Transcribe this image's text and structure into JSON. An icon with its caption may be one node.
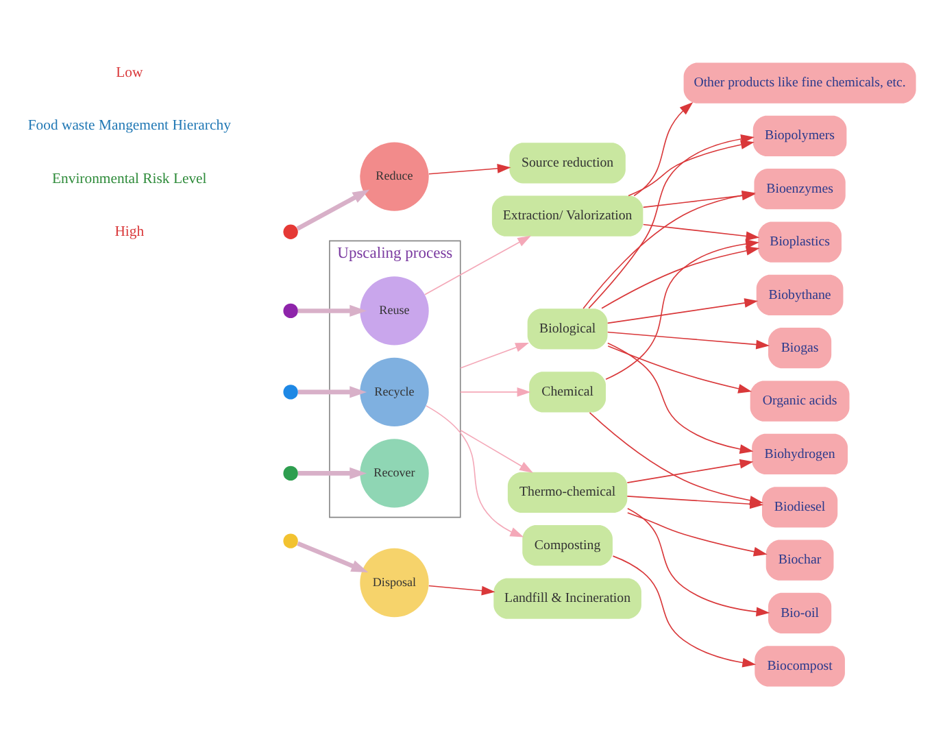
{
  "diagram": {
    "nodes": [
      {
        "text": [
          "Reduce"
        ]
      },
      {
        "text": [
          "Source reduction"
        ]
      },
      {
        "text": [
          "Upscaling process"
        ]
      },
      {
        "text": [
          "Reuse"
        ],
        "in": 2
      },
      {
        "text": [
          "Recycle"
        ],
        "in": 2
      },
      {
        "text": [
          "Recover"
        ],
        "in": 2
      },
      {
        "text": [
          "Disposal"
        ]
      },
      {
        "text": [
          "Landfill & Incineration"
        ]
      },
      {
        "text": [
          "Extraction/ Valorization"
        ]
      },
      {
        "text": [
          "Composting"
        ]
      },
      {
        "text": [
          "Thermo-chemical"
        ]
      },
      {
        "text": [
          "Biological"
        ]
      },
      {
        "text": [
          "Chemical"
        ]
      },
      {
        "text": [
          "Other products like fine chemicals, etc."
        ]
      },
      {
        "text": [
          "Bioplastics"
        ]
      },
      {
        "text": [
          "Biopolymers"
        ]
      },
      {
        "text": [
          "Bioenzymes"
        ]
      },
      {
        "text": [
          "Biocompost"
        ]
      },
      {
        "text": [
          "Bio-oil"
        ]
      },
      {
        "text": [
          "Biochar"
        ]
      },
      {
        "text": [
          "Organic acids"
        ]
      },
      {
        "text": [
          "Biobythane"
        ]
      },
      {
        "text": [
          "Biohydrogen"
        ]
      },
      {
        "text": [
          "Biogas"
        ]
      },
      {
        "text": [
          "Biodiesel"
        ]
      },
      {
        "text": [],
        "shape": "circle"
      },
      {
        "text": [],
        "shape": "circle"
      },
      {
        "text": [],
        "shape": "circle"
      },
      {
        "text": [],
        "shape": "circle"
      },
      {
        "text": [],
        "shape": "circle"
      }
    ],
    "edges": [
      {
        "from": 25,
        "to": 0,
        "arrow": "to",
        "style": "thick",
        "color": "#d8b0c8"
      },
      {
        "from": 26,
        "to": 3,
        "arrow": "to",
        "style": "thick",
        "color": "#d8b0c8"
      },
      {
        "from": 27,
        "to": 4,
        "arrow": "to",
        "style": "thick",
        "color": "#d8b0c8"
      },
      {
        "from": 28,
        "to": 5,
        "arrow": "to",
        "style": "thick",
        "color": "#d8b0c8"
      },
      {
        "from": 29,
        "to": 6,
        "arrow": "to",
        "style": "thick",
        "color": "#d8b0c8"
      },
      {
        "from": 0,
        "to": 1,
        "arrow": "to"
      },
      {
        "from": 6,
        "to": 7,
        "arrow": "to"
      },
      {
        "from": 3,
        "to": 8,
        "arrow": "to",
        "color": "#f4a8b8"
      },
      {
        "from": 4,
        "to": 9,
        "arrow": "to",
        "color": "#f4a8b8"
      },
      {
        "from": 2,
        "to": 10,
        "arrow": "to",
        "color": "#f4a8b8"
      },
      {
        "from": 2,
        "to": 11,
        "arrow": "to",
        "color": "#f4a8b8"
      },
      {
        "from": 2,
        "to": 12,
        "arrow": "to",
        "color": "#f4a8b8"
      },
      {
        "from": 8,
        "to": 13,
        "arrow": "to"
      },
      {
        "from": 8,
        "to": 14,
        "arrow": "to"
      },
      {
        "from": 8,
        "to": 15,
        "arrow": "to"
      },
      {
        "from": 8,
        "to": 16,
        "arrow": "to"
      },
      {
        "from": 9,
        "to": 17,
        "arrow": "to"
      },
      {
        "from": 10,
        "to": 18,
        "arrow": "to"
      },
      {
        "from": 10,
        "to": 19,
        "arrow": "to"
      },
      {
        "from": 10,
        "to": 22,
        "arrow": "to"
      },
      {
        "from": 10,
        "to": 24,
        "arrow": "to"
      },
      {
        "from": 11,
        "to": 14,
        "arrow": "to"
      },
      {
        "from": 11,
        "to": 15,
        "arrow": "to"
      },
      {
        "from": 11,
        "to": 16,
        "arrow": "to"
      },
      {
        "from": 11,
        "to": 20,
        "arrow": "to"
      },
      {
        "from": 11,
        "to": 21,
        "arrow": "to"
      },
      {
        "from": 11,
        "to": 22,
        "arrow": "to"
      },
      {
        "from": 11,
        "to": 23,
        "arrow": "to"
      },
      {
        "from": 12,
        "to": 14,
        "arrow": "to"
      },
      {
        "from": 12,
        "to": 24,
        "arrow": "to"
      }
    ],
    "labels": [
      "Low",
      "Food waste Mangement Hierarchy",
      "Environmental Risk Level",
      "High"
    ]
  }
}
